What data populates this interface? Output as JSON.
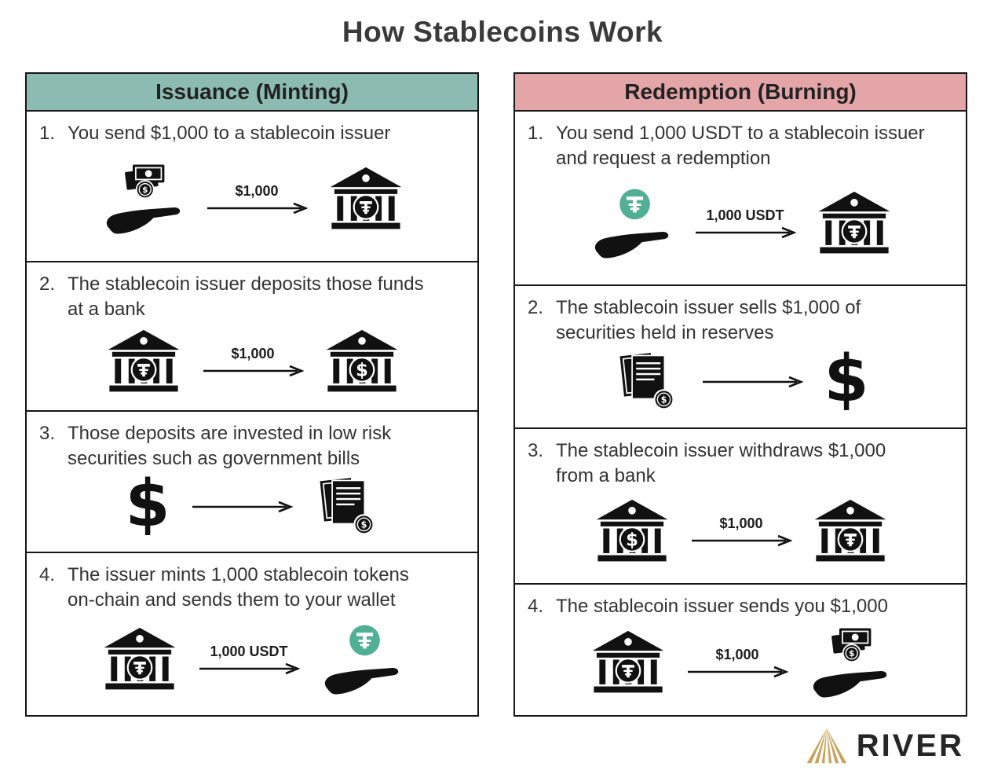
{
  "title": "How Stablecoins Work",
  "colors": {
    "issuance_header": "#8CBCB1",
    "redemption_header": "#E3A5A8",
    "tether_green": "#50AF95",
    "brand_gold": "#C9A35B",
    "ink": "#161616"
  },
  "icons": {
    "dollar_glyph": "$"
  },
  "panels": [
    {
      "header": "Issuance (Minting)",
      "steps": [
        {
          "number": "1.",
          "text": "You send $1,000 to a stablecoin issuer",
          "arrow_label": "$1,000",
          "from_icon": "hand-cash-icon",
          "to_icon": "bank-tether-icon"
        },
        {
          "number": "2.",
          "text": "The stablecoin issuer deposits those funds at a bank",
          "arrow_label": "$1,000",
          "from_icon": "bank-tether-icon",
          "to_icon": "bank-dollar-icon"
        },
        {
          "number": "3.",
          "text": "Those deposits are invested in low risk securities such as government bills",
          "arrow_label": "",
          "from_icon": "dollar-sign-icon",
          "to_icon": "documents-dollar-icon"
        },
        {
          "number": "4.",
          "text": "The issuer mints 1,000 stablecoin tokens on-chain and sends them to your wallet",
          "arrow_label": "1,000 USDT",
          "from_icon": "bank-tether-icon",
          "to_icon": "hand-tether-icon"
        }
      ]
    },
    {
      "header": "Redemption (Burning)",
      "steps": [
        {
          "number": "1.",
          "text": "You send 1,000 USDT to a stablecoin issuer and request a redemption",
          "arrow_label": "1,000 USDT",
          "from_icon": "hand-tether-icon",
          "to_icon": "bank-tether-icon"
        },
        {
          "number": "2.",
          "text": "The stablecoin issuer sells $1,000 of securities held in reserves",
          "arrow_label": "",
          "from_icon": "documents-dollar-icon",
          "to_icon": "dollar-sign-icon"
        },
        {
          "number": "3.",
          "text": "The stablecoin issuer withdraws $1,000 from a bank",
          "arrow_label": "$1,000",
          "from_icon": "bank-dollar-icon",
          "to_icon": "bank-tether-icon"
        },
        {
          "number": "4.",
          "text": "The stablecoin issuer sends you $1,000",
          "arrow_label": "$1,000",
          "from_icon": "bank-tether-icon",
          "to_icon": "hand-cash-icon"
        }
      ]
    }
  ],
  "brand": {
    "name": "RIVER"
  }
}
